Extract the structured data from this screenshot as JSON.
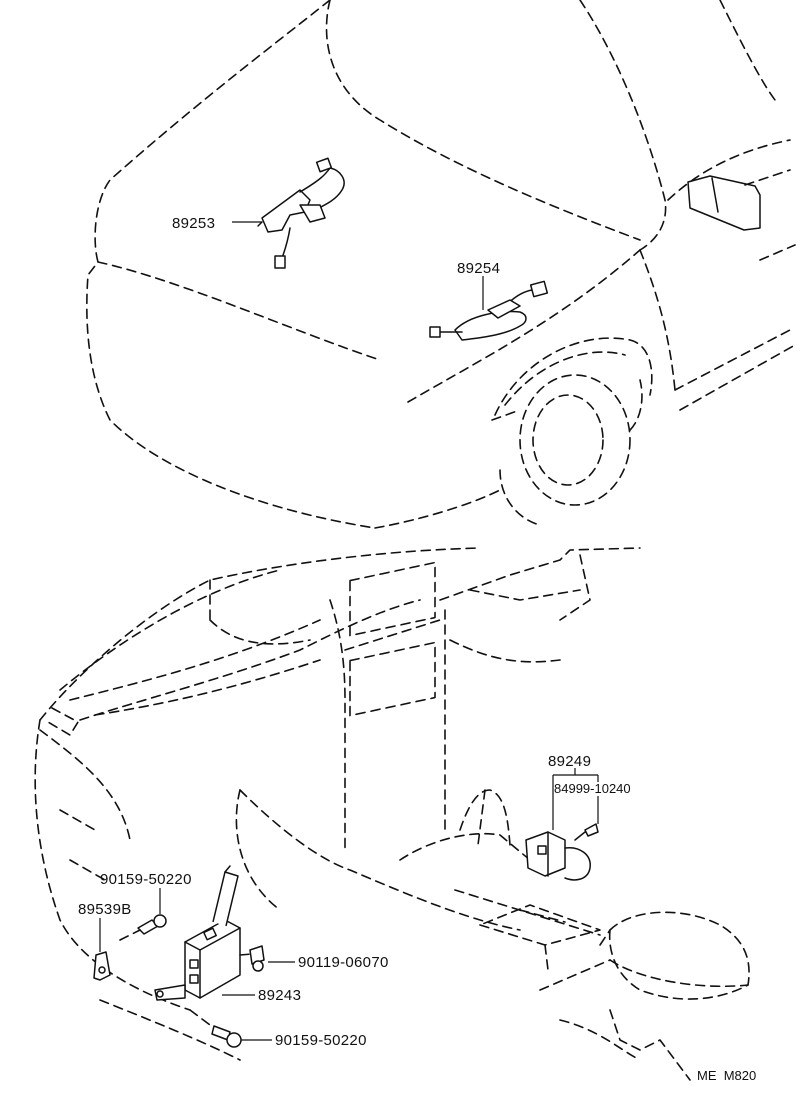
{
  "callouts": {
    "p89253": "89253",
    "p89254": "89254",
    "p89249": "89249",
    "p84999": "84999-10240",
    "p90159_top": "90159-50220",
    "p89539b": "89539B",
    "p90119": "90119-06070",
    "p89243": "89243",
    "p90159_bottom": "90159-50220"
  },
  "footer": {
    "code": "ME  M820"
  }
}
